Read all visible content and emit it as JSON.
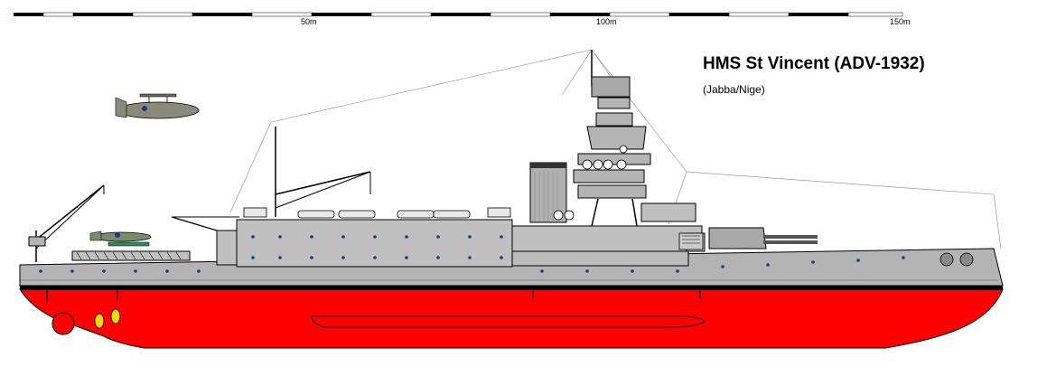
{
  "title": "HMS St Vincent (ADV-1932)",
  "credit": "(Jabba/Nige)",
  "scale": {
    "labels": [
      "50m",
      "100m",
      "150m"
    ]
  },
  "colors": {
    "hull_red": "#ff0000",
    "hull_grey": "#b4b4b4",
    "superstructure_grey": "#c0c0c0",
    "boot_top_black": "#000000",
    "portholes": "#1a3a8a",
    "propellers": "#ffd700"
  }
}
